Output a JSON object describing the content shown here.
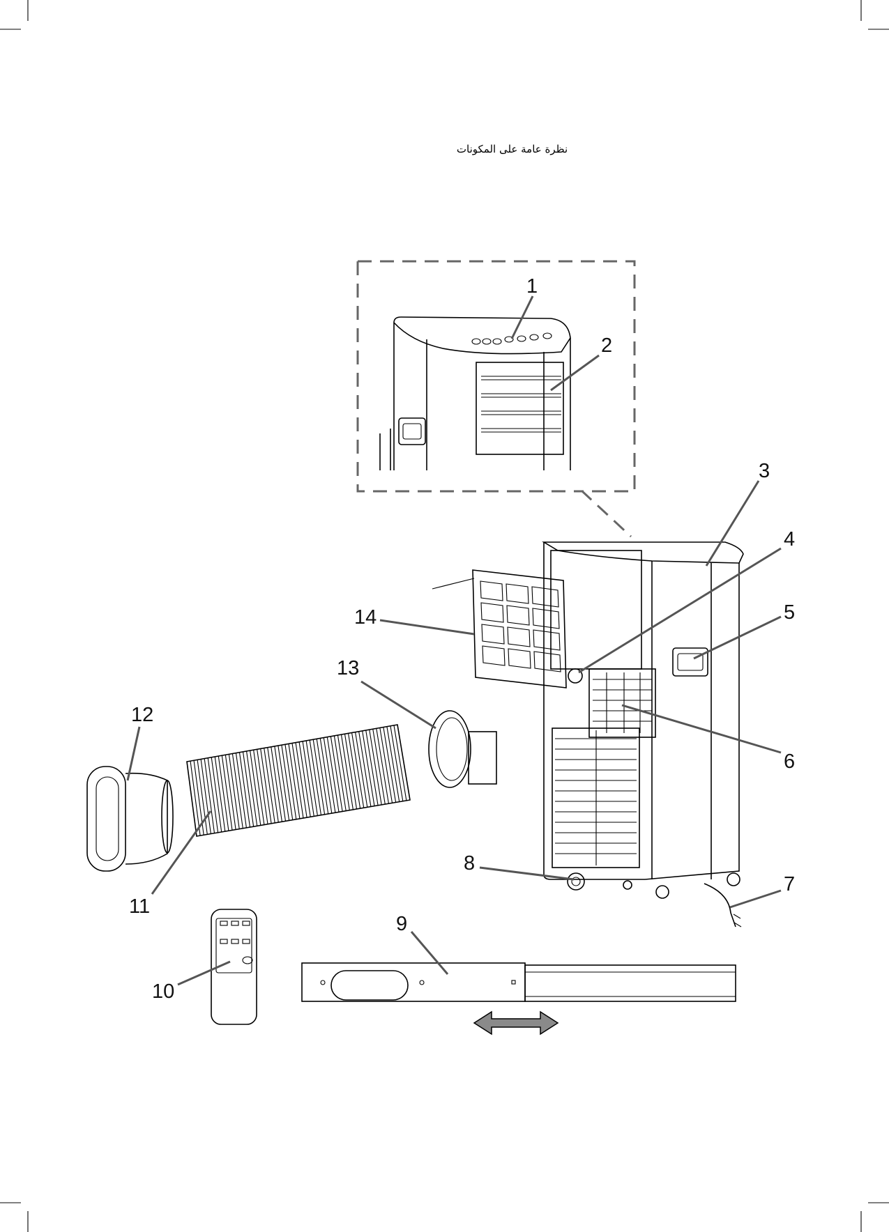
{
  "page": {
    "title": "نظرة عامة على المكونات"
  },
  "callouts": [
    {
      "id": 1,
      "label": "1"
    },
    {
      "id": 2,
      "label": "2"
    },
    {
      "id": 3,
      "label": "3"
    },
    {
      "id": 4,
      "label": "4"
    },
    {
      "id": 5,
      "label": "5"
    },
    {
      "id": 6,
      "label": "6"
    },
    {
      "id": 7,
      "label": "7"
    },
    {
      "id": 8,
      "label": "8"
    },
    {
      "id": 9,
      "label": "9"
    },
    {
      "id": 10,
      "label": "10"
    },
    {
      "id": 11,
      "label": "11"
    },
    {
      "id": 12,
      "label": "12"
    },
    {
      "id": 13,
      "label": "13"
    },
    {
      "id": 14,
      "label": "14"
    }
  ],
  "colors": {
    "line": "#000000",
    "leader": "#555555",
    "accent": "#8a8a8a"
  }
}
